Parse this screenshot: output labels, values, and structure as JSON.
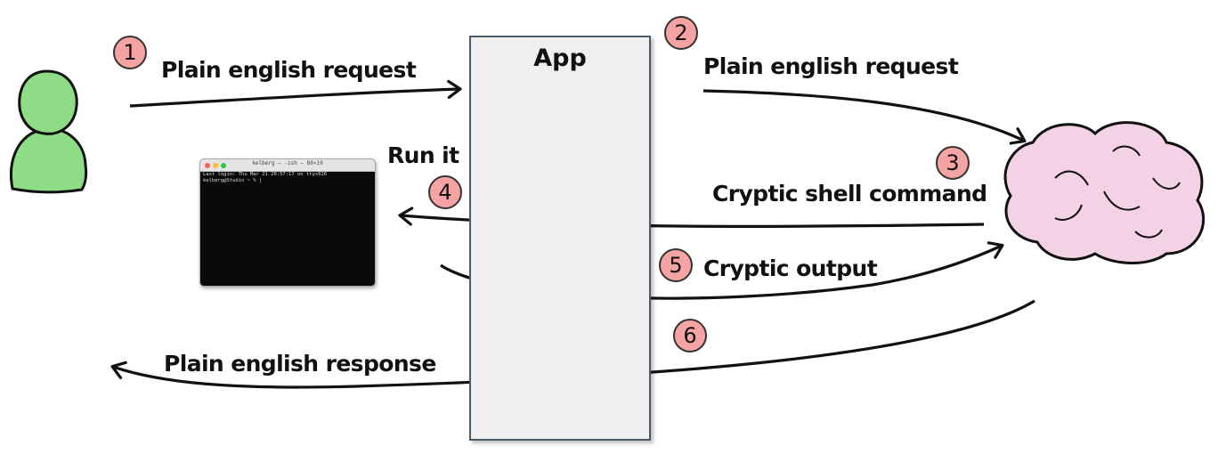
{
  "app": {
    "title": "App"
  },
  "badges": [
    "1",
    "2",
    "3",
    "4",
    "5",
    "6"
  ],
  "labels": {
    "request_user": "Plain english request",
    "request_llm": "Plain english request",
    "run_it": "Run it",
    "cryptic_command": "Cryptic shell command",
    "cryptic_output": "Cryptic output",
    "response": "Plain english response"
  },
  "terminal": {
    "title": "kelberg — -zsh — 80×19",
    "lines": [
      "Last login: Thu Mar 21 20:57:17 on ttys026",
      "kelberg@Studio ~ % |"
    ]
  },
  "colors": {
    "person": "#8fdc86",
    "cloud": "#f3d2e6",
    "badge": "#f5a3a3",
    "app_box": "#efefef"
  }
}
